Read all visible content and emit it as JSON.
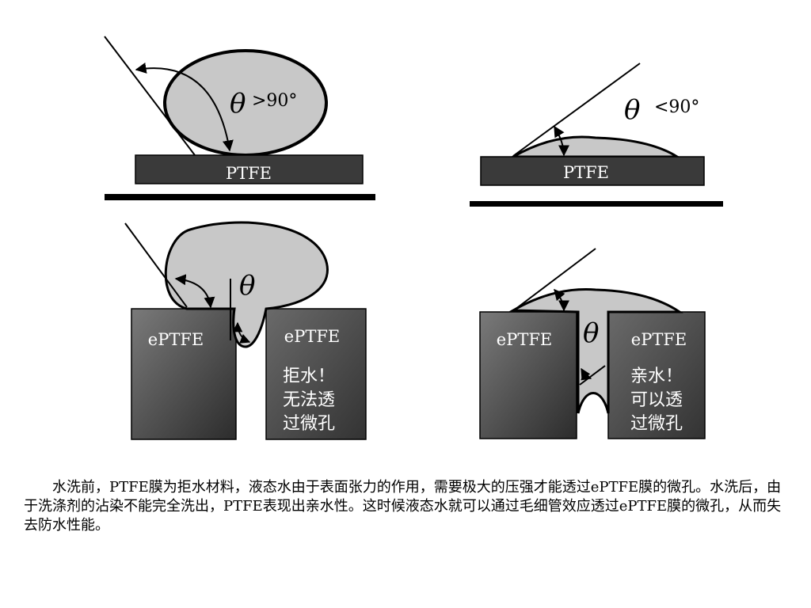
{
  "panels": {
    "top_left": {
      "substrate_label": "PTFE",
      "angle_label": ">90°",
      "theta_symbol": "θ"
    },
    "top_right": {
      "substrate_label": "PTFE",
      "angle_label": "<90°",
      "theta_symbol": "θ"
    },
    "bottom_left": {
      "left_block_label": "ePTFE",
      "right_block_label": "ePTFE",
      "theta_symbol": "θ",
      "note_lines": [
        "拒水！",
        "无法透",
        "过微孔"
      ]
    },
    "bottom_right": {
      "left_block_label": "ePTFE",
      "right_block_label": "ePTFE",
      "theta_symbol": "θ",
      "note_lines": [
        "亲水！",
        "可以透",
        "过微孔"
      ]
    }
  },
  "caption": "水洗前，PTFE膜为拒水材料，液态水由于表面张力的作用，需要极大的压强才能透过ePTFE膜的微孔。水洗后，由于洗涤剂的沾染不能完全洗出，PTFE表现出亲水性。这时候液态水就可以通过毛细管效应透过ePTFE膜的微孔，从而失去防水性能。",
  "colors": {
    "droplet_fill": "#c8c8c8",
    "substrate_fill": "#3a3a3a",
    "outline": "#000000",
    "label_text": "#ffffff"
  }
}
